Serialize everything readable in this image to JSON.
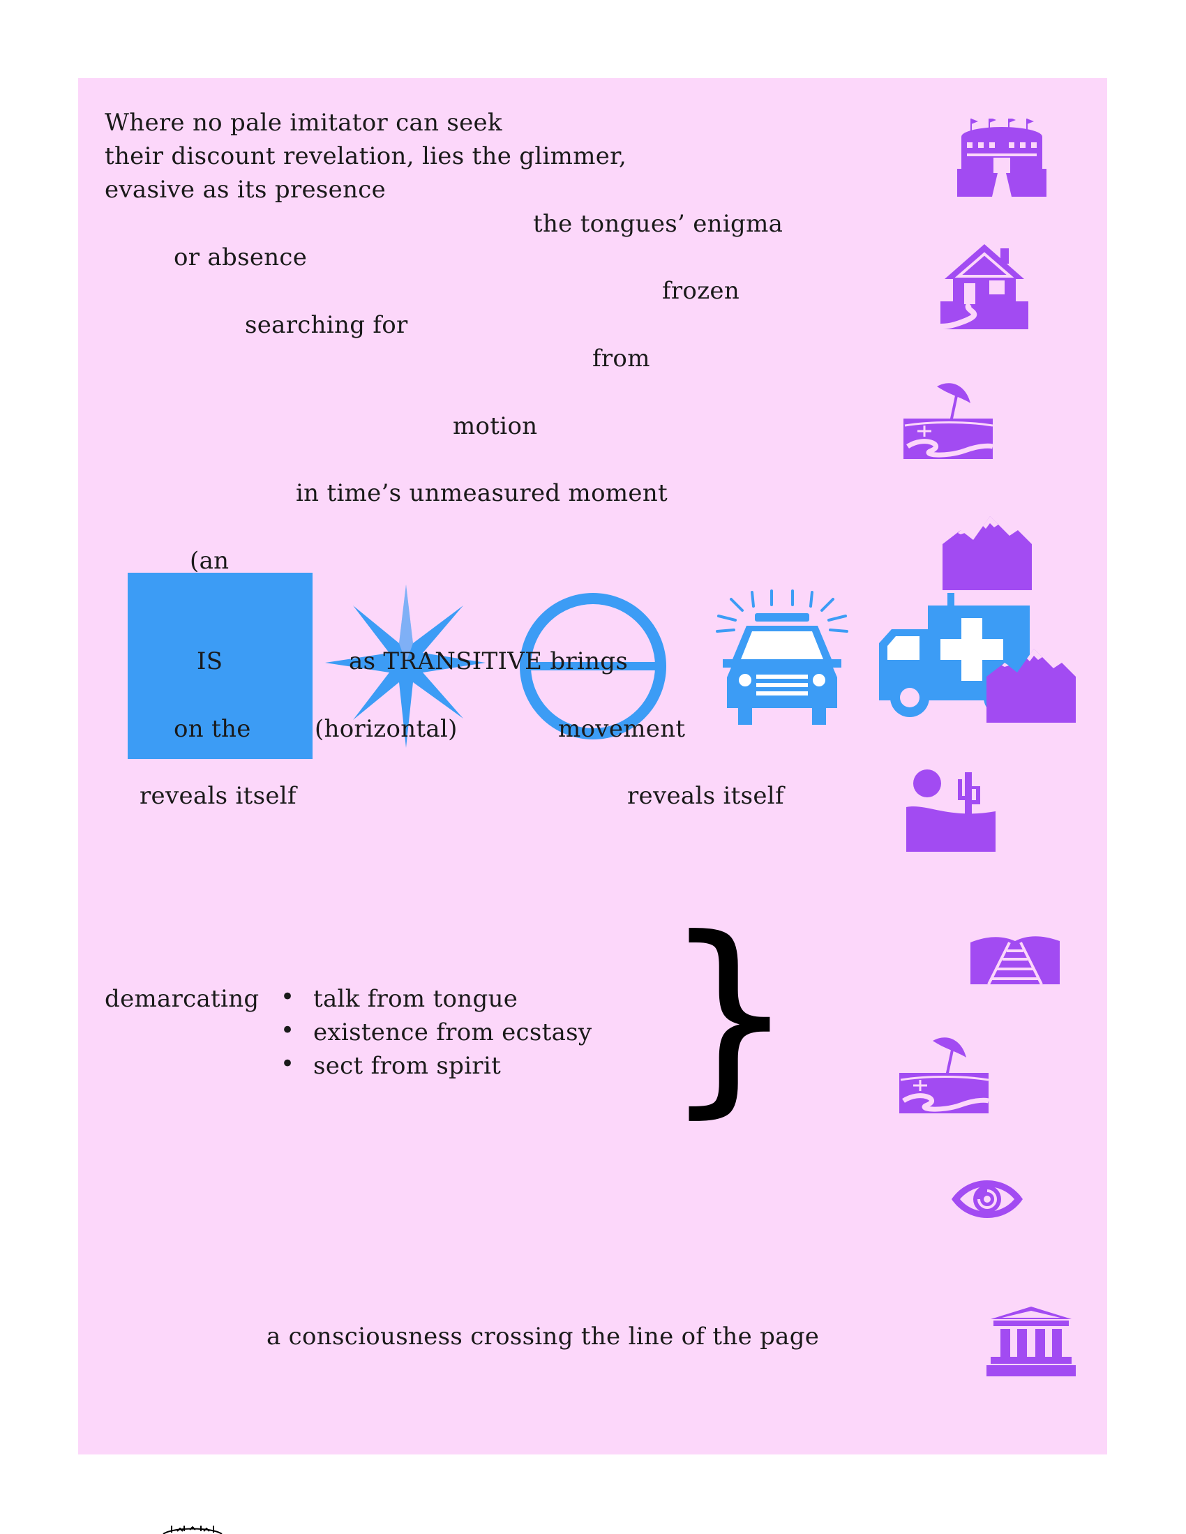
{
  "poem": {
    "opening": [
      "Where no pale imitator can seek",
      "their discount revelation, lies the glimmer,",
      "evasive as its presence"
    ],
    "enigma": "the tongues’ enigma",
    "absence": "or absence",
    "frozen": "frozen",
    "searching": "searching for",
    "from": "from",
    "motion": "motion",
    "moment": "in time’s unmeasured moment",
    "an": "(an",
    "is": "IS",
    "transitive": "as TRANSITIVE brings",
    "on_the": "on the",
    "horizontal": "(horizontal)",
    "movement": "movement",
    "reveals_left": "reveals itself",
    "reveals_right": "reveals itself",
    "demarcating": "demarcating",
    "bullets": [
      "talk from tongue",
      "existence from ecstasy",
      "sect from spirit"
    ],
    "bullet_glyph": "•",
    "brace": "}",
    "closing": "a consciousness crossing the line of the page"
  },
  "icons": [
    "stadium-icon",
    "house-icon",
    "beach-umbrella-icon",
    "mountain-icon",
    "ambulance-icon",
    "desert-sun-cactus-icon",
    "railroad-tracks-icon",
    "beach-umbrella-icon",
    "eye-icon",
    "classical-building-icon",
    "police-car-icon",
    "compass-star-icon",
    "ring-icon",
    "square-icon"
  ],
  "colors": {
    "background_panel": "#fcd7fa",
    "icon_purple": "#a24bf2",
    "shape_blue": "#3c9cf5",
    "text": "#1a1a1a"
  }
}
